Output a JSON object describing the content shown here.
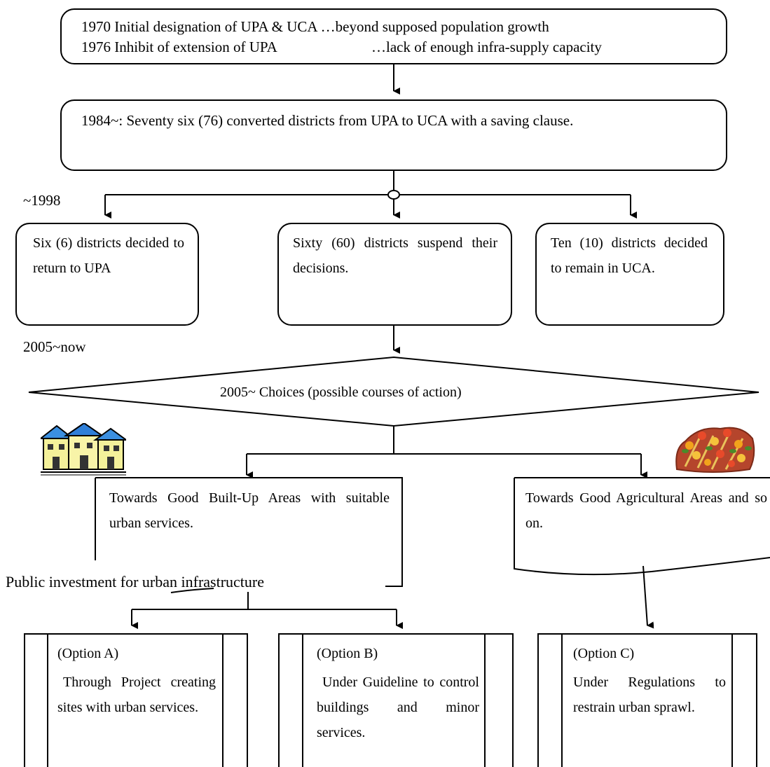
{
  "top_box": {
    "line1": "1970 Initial designation of UPA & UCA …beyond supposed population growth",
    "line2a": "1976 Inhibit of extension of UPA",
    "line2b": "…lack of enough infra-supply capacity"
  },
  "conversion_box": {
    "text": "1984~: Seventy six (76) converted districts from UPA to UCA with a saving clause."
  },
  "period_1998": "~1998",
  "outcomes": {
    "return": "Six (6) districts decided to return to UPA",
    "suspend": "Sixty (60) districts suspend their decisions.",
    "remain": "Ten (10) districts decided to remain in UCA."
  },
  "period_2005": "2005~now",
  "decision": {
    "text": "2005~ Choices (possible courses of action)"
  },
  "built_up": {
    "text": "Towards Good Built-Up Areas with suitable urban services."
  },
  "agricultural": {
    "text": "Towards Good Agricultural Areas and so on."
  },
  "investment_label": "Public investment for urban infrastructure",
  "options": {
    "a": {
      "title": "(Option A)",
      "body": "Through Project creating sites with urban services."
    },
    "b": {
      "title": "(Option B)",
      "body": "Under Guideline to control buildings and minor services."
    },
    "c": {
      "title": "(Option C)",
      "body": "Under Regulations to restrain urban sprawl."
    }
  },
  "icons": {
    "left": "houses-icon",
    "right": "flower-field-icon"
  }
}
